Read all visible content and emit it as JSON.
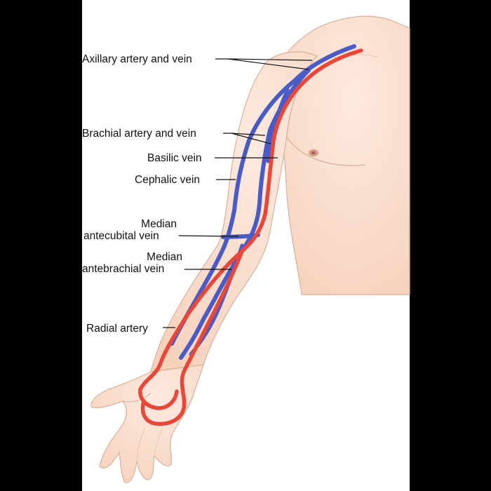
{
  "colors": {
    "background": "#000000",
    "panel": "#ffffff",
    "skin": "#fbe3d4",
    "skin_outline": "#d8b09a",
    "artery": "#e8473a",
    "vein": "#4a5bc7",
    "leader": "#111111"
  },
  "labels": {
    "axillary": "Axillary artery and vein",
    "brachial": "Brachial artery and vein",
    "basilic": "Basilic vein",
    "cephalic": "Cephalic vein",
    "median_antecubital_1": "Median",
    "median_antecubital_2": "antecubital vein",
    "median_antebrachial_1": "Median",
    "median_antebrachial_2": "antebrachial vein",
    "radial": "Radial artery"
  }
}
